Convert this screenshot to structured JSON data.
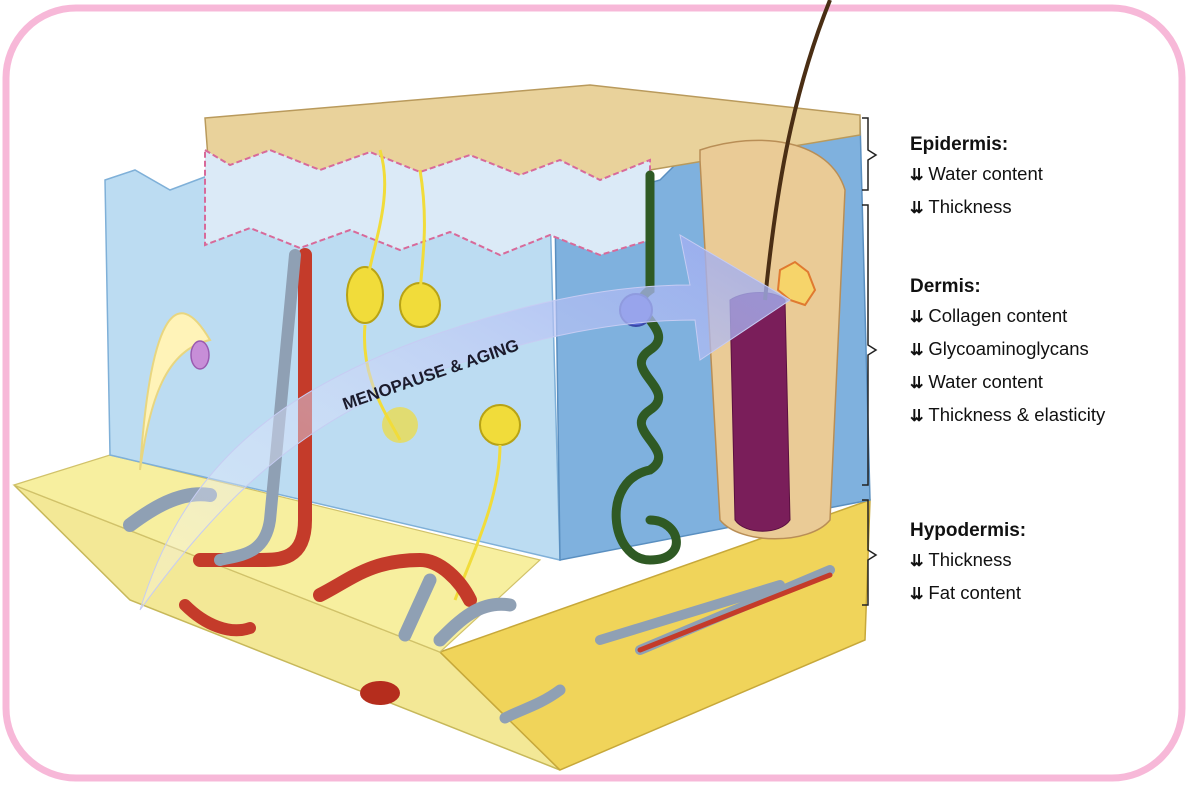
{
  "diagram": {
    "arrow_text": "MENOPAUSE & AGING",
    "decrease_symbol": "⇊",
    "layers": [
      {
        "name": "Epidermis:",
        "changes": [
          "Water content",
          "Thickness"
        ]
      },
      {
        "name": "Dermis:",
        "changes": [
          "Collagen content",
          "Glycoaminoglycans",
          "Water content",
          "Thickness & elasticity"
        ]
      },
      {
        "name": "Hypodermis:",
        "changes": [
          "Thickness",
          "Fat content"
        ]
      }
    ],
    "colors": {
      "frame": "#f7b8d8",
      "epidermis_top": "#e9d29b",
      "dermis": "#bcdcf2",
      "hypodermis": "#f5ea8f",
      "vessel_red": "#c43b2a",
      "vessel_blue": "#8fa0b4",
      "arrow": "#b9c2f0"
    }
  }
}
